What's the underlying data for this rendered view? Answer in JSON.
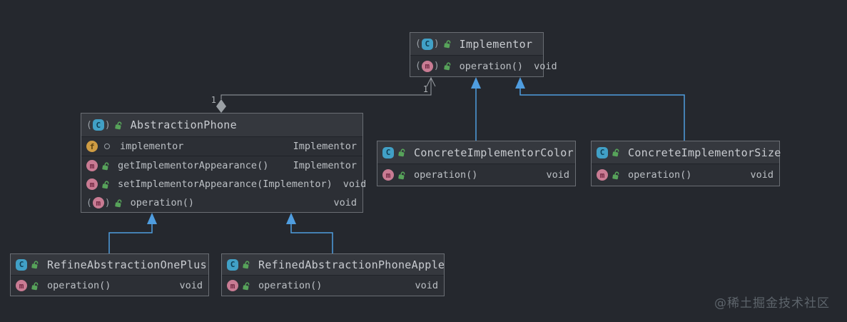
{
  "icons": {
    "class_letter": "C",
    "method_letter": "m",
    "field_letter": "f",
    "paren_open": "(",
    "paren_close": ")"
  },
  "colors": {
    "canvas_bg": "#25282e",
    "box_header_bg": "#35383e",
    "box_row_bg": "#2c2f35",
    "box_border": "#6a6e74",
    "text_primary": "#c9ccd1",
    "text_member": "#bcc0c5",
    "icon_class_bg": "#41a0c6",
    "icon_method_bg": "#c97b93",
    "icon_field_bg": "#cf9c43",
    "icon_lock": "#57a35a",
    "edge_blue": "#4f9ddf",
    "edge_gray": "#9ba0a5",
    "watermark": "#5d646b"
  },
  "classes": {
    "implementor": {
      "name": "Implementor",
      "m1": {
        "label": "operation()",
        "type": "void"
      }
    },
    "abstraction_phone": {
      "name": "AbstractionPhone",
      "f1": {
        "label": "implementor",
        "type": "Implementor"
      },
      "m1": {
        "label": "getImplementorAppearance()",
        "type": "Implementor"
      },
      "m2": {
        "label": "setImplementorAppearance(Implementor)",
        "type": "void"
      },
      "m3": {
        "label": "operation()",
        "type": "void"
      }
    },
    "concrete_color": {
      "name": "ConcreteImplementorColor",
      "m1": {
        "label": "operation()",
        "type": "void"
      }
    },
    "concrete_size": {
      "name": "ConcreteImplementorSize",
      "m1": {
        "label": "operation()",
        "type": "void"
      }
    },
    "refine_oneplus": {
      "name": "RefineAbstractionOnePlus",
      "m1": {
        "label": "operation()",
        "type": "void"
      }
    },
    "refined_apple": {
      "name": "RefinedAbstractionPhoneApple",
      "m1": {
        "label": "operation()",
        "type": "void"
      }
    }
  },
  "edges": {
    "aggregation": {
      "source_label": "1",
      "target_label": "1"
    }
  },
  "watermark": "@稀土掘金技术社区"
}
